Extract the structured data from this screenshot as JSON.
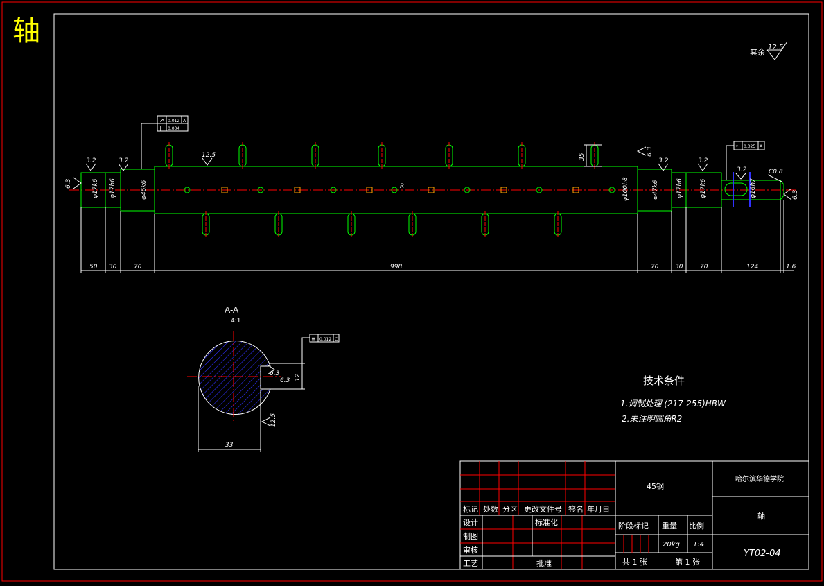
{
  "title_mark": "轴",
  "surface_default": {
    "label": "其余",
    "value": "12.5"
  },
  "colors": {
    "outline": "#00ff00",
    "centerline": "#ff0000",
    "dimension": "#ffffff",
    "hatch": "#3030ff",
    "title": "#ffff00",
    "frame": "#ff0000"
  },
  "shaft": {
    "section_labels": [
      "φ17k6",
      "φ17h6",
      "φ46k6",
      "φ100h8",
      "φ47k6",
      "φ17h6",
      "φ17k6",
      "φ16h7"
    ],
    "lengths": [
      "50",
      "30",
      "70",
      "998",
      "70",
      "30",
      "70",
      "124",
      "1.6"
    ],
    "roughness": [
      "6.3",
      "3.2",
      "3.2",
      "12.5",
      "6.3",
      "3.2",
      "3.2",
      "3.2",
      "6.3"
    ],
    "pin_length": "35",
    "radius_note": "R",
    "chamfer": "C0.8",
    "tolerance_runout": "0.012",
    "tolerance_runout_datum": "A",
    "tolerance_circularity": "0.004",
    "tolerance_key": "0.025",
    "tolerance_key_datum": "A"
  },
  "section": {
    "title": "A-A",
    "scale": "4:1",
    "width_dim": "33",
    "key_width": "12",
    "key_roughness_1": "6.3",
    "key_roughness_2": "6.3",
    "bottom_roughness": "12.5",
    "symmetry_tolerance": "0.012",
    "symmetry_datum": "C"
  },
  "tech": {
    "heading": "技术条件",
    "line1": "1.调制处理 (217-255)HBW",
    "line2": "2.未注明圆角R2"
  },
  "title_block": {
    "material": "45钢",
    "school": "哈尔滨华德学院",
    "part_name": "轴",
    "drawing_no": "YT02-04",
    "rev_headers": [
      "标记",
      "处数",
      "分区",
      "更改文件号",
      "签名",
      "年月日"
    ],
    "row_labels": [
      "设计",
      "制图",
      "审核",
      "工艺"
    ],
    "standardize": "标准化",
    "approve": "批准",
    "stage_mark": "阶段标记",
    "weight_label": "重量",
    "ratio_label": "比例",
    "weight": "20kg",
    "ratio": "1:4",
    "total_sheets": "共 1 张",
    "sheet_no": "第 1 张"
  }
}
